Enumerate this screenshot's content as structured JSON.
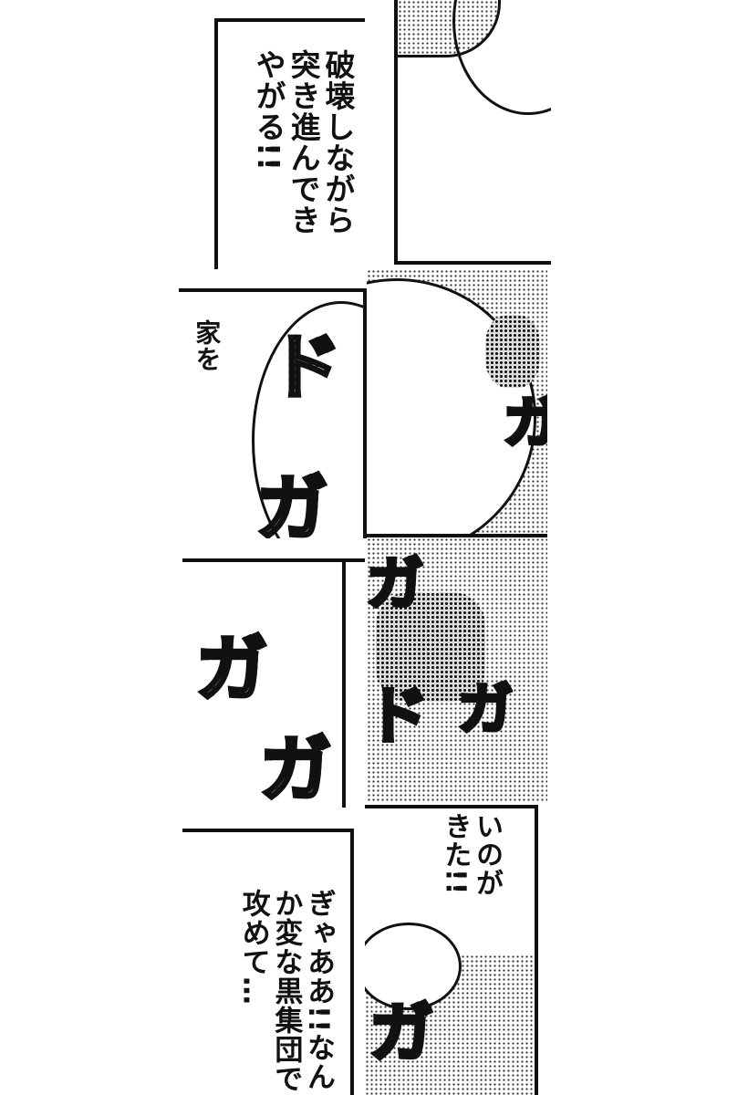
{
  "panels": {
    "p1": {
      "caption": "破壊しながら突き進んできやがる!!"
    },
    "p3": {
      "caption": "家を",
      "sfx": [
        "ド",
        "ガ"
      ]
    },
    "p4": {
      "sfx": [
        "ガ"
      ]
    },
    "p5": {
      "sfx": [
        "ガ",
        "ガ"
      ]
    },
    "p6": {
      "sfx": [
        "ガ",
        "ド",
        "ガ"
      ]
    },
    "p7": {
      "caption": "ぎゃああ!!なんか変な黒集団で攻めて…"
    },
    "p8": {
      "caption": "いのがきた!!",
      "sfx": [
        "ガ"
      ]
    }
  }
}
